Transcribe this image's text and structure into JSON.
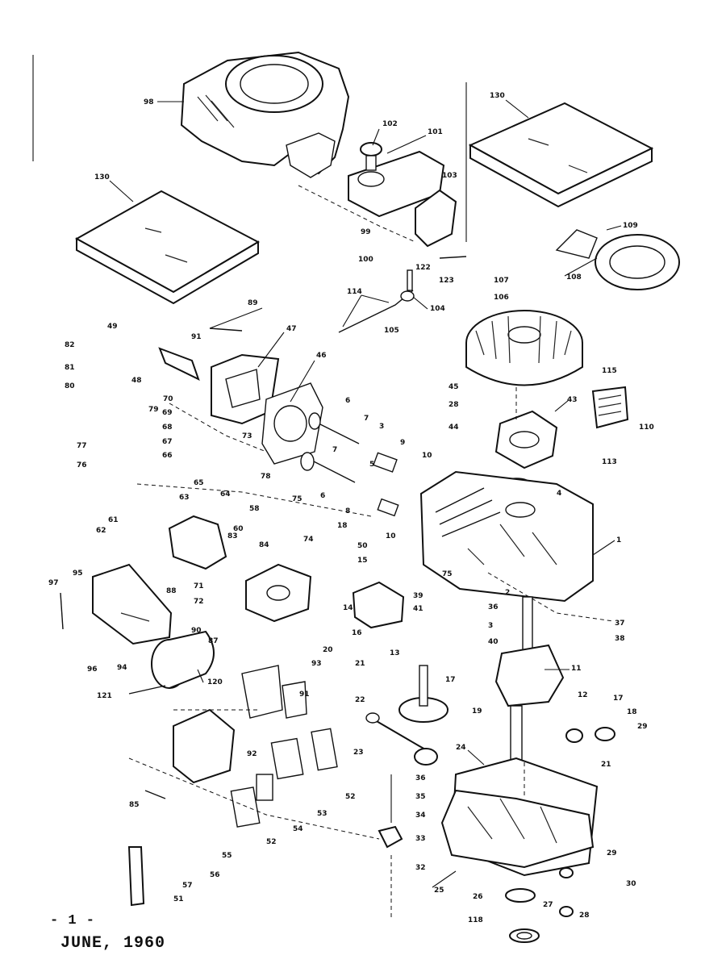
{
  "footer": {
    "page_number": "- 1 -",
    "date": "JUNE, 1960"
  },
  "callouts": [
    {
      "id": "c98",
      "text": "98"
    },
    {
      "id": "c102",
      "text": "102"
    },
    {
      "id": "c101",
      "text": "101"
    },
    {
      "id": "c103",
      "text": "103"
    },
    {
      "id": "c130a",
      "text": "130"
    },
    {
      "id": "c130b",
      "text": "130"
    },
    {
      "id": "c109",
      "text": "109"
    },
    {
      "id": "c108",
      "text": "108"
    },
    {
      "id": "c99",
      "text": "99"
    },
    {
      "id": "c100",
      "text": "100"
    },
    {
      "id": "c122",
      "text": "122"
    },
    {
      "id": "c123",
      "text": "123"
    },
    {
      "id": "c114",
      "text": "114"
    },
    {
      "id": "c104",
      "text": "104"
    },
    {
      "id": "c105",
      "text": "105"
    },
    {
      "id": "c107",
      "text": "107"
    },
    {
      "id": "c106",
      "text": "106"
    },
    {
      "id": "c115",
      "text": "115"
    },
    {
      "id": "c110",
      "text": "110"
    },
    {
      "id": "c113",
      "text": "113"
    },
    {
      "id": "c89",
      "text": "89"
    },
    {
      "id": "c47",
      "text": "47"
    },
    {
      "id": "c91",
      "text": "91"
    },
    {
      "id": "c49",
      "text": "49"
    },
    {
      "id": "c82",
      "text": "82"
    },
    {
      "id": "c81",
      "text": "81"
    },
    {
      "id": "c48",
      "text": "48"
    },
    {
      "id": "c80",
      "text": "80"
    },
    {
      "id": "c79",
      "text": "79"
    },
    {
      "id": "c70",
      "text": "70"
    },
    {
      "id": "c69",
      "text": "69"
    },
    {
      "id": "c68",
      "text": "68"
    },
    {
      "id": "c67",
      "text": "67"
    },
    {
      "id": "c66",
      "text": "66"
    },
    {
      "id": "c77",
      "text": "77"
    },
    {
      "id": "c76",
      "text": "76"
    },
    {
      "id": "c65",
      "text": "65"
    },
    {
      "id": "c64",
      "text": "64"
    },
    {
      "id": "c63",
      "text": "63"
    },
    {
      "id": "c58",
      "text": "58"
    },
    {
      "id": "c73",
      "text": "73"
    },
    {
      "id": "c78",
      "text": "78"
    },
    {
      "id": "c46",
      "text": "46"
    },
    {
      "id": "c6a",
      "text": "6"
    },
    {
      "id": "c7a",
      "text": "7"
    },
    {
      "id": "c3a",
      "text": "3"
    },
    {
      "id": "c9",
      "text": "9"
    },
    {
      "id": "c10a",
      "text": "10"
    },
    {
      "id": "c7b",
      "text": "7"
    },
    {
      "id": "c5",
      "text": "5"
    },
    {
      "id": "c8",
      "text": "8"
    },
    {
      "id": "c6b",
      "text": "6"
    },
    {
      "id": "c10b",
      "text": "10"
    },
    {
      "id": "c45",
      "text": "45"
    },
    {
      "id": "c28",
      "text": "28"
    },
    {
      "id": "c44",
      "text": "44"
    },
    {
      "id": "c43",
      "text": "43"
    },
    {
      "id": "c4",
      "text": "4"
    },
    {
      "id": "c1",
      "text": "1"
    },
    {
      "id": "c61",
      "text": "61"
    },
    {
      "id": "c62",
      "text": "62"
    },
    {
      "id": "c60",
      "text": "60"
    },
    {
      "id": "c75a",
      "text": "75"
    },
    {
      "id": "c74",
      "text": "74"
    },
    {
      "id": "c18",
      "text": "18"
    },
    {
      "id": "c50",
      "text": "50"
    },
    {
      "id": "c15",
      "text": "15"
    },
    {
      "id": "c83",
      "text": "83"
    },
    {
      "id": "c84",
      "text": "84"
    },
    {
      "id": "c88",
      "text": "88"
    },
    {
      "id": "c71",
      "text": "71"
    },
    {
      "id": "c72",
      "text": "72"
    },
    {
      "id": "c75b",
      "text": "75"
    },
    {
      "id": "c39",
      "text": "39"
    },
    {
      "id": "c41",
      "text": "41"
    },
    {
      "id": "c2",
      "text": "2"
    },
    {
      "id": "c36",
      "text": "36"
    },
    {
      "id": "c3b",
      "text": "3"
    },
    {
      "id": "c40",
      "text": "40"
    },
    {
      "id": "c37",
      "text": "37"
    },
    {
      "id": "c38",
      "text": "38"
    },
    {
      "id": "c14",
      "text": "14"
    },
    {
      "id": "c16",
      "text": "16"
    },
    {
      "id": "c97",
      "text": "97"
    },
    {
      "id": "c95",
      "text": "95"
    },
    {
      "id": "c96",
      "text": "96"
    },
    {
      "id": "c94",
      "text": "94"
    },
    {
      "id": "c90",
      "text": "90"
    },
    {
      "id": "c87",
      "text": "87"
    },
    {
      "id": "c20",
      "text": "20"
    },
    {
      "id": "c120",
      "text": "120"
    },
    {
      "id": "c121",
      "text": "121"
    },
    {
      "id": "c13",
      "text": "13"
    },
    {
      "id": "c17a",
      "text": "17"
    },
    {
      "id": "c21a",
      "text": "21"
    },
    {
      "id": "c22",
      "text": "22"
    },
    {
      "id": "c11",
      "text": "11"
    },
    {
      "id": "c12",
      "text": "12"
    },
    {
      "id": "c19",
      "text": "19"
    },
    {
      "id": "c17b",
      "text": "17"
    },
    {
      "id": "c18b",
      "text": "18"
    },
    {
      "id": "c29",
      "text": "29"
    },
    {
      "id": "c21b",
      "text": "21"
    },
    {
      "id": "c93",
      "text": "93"
    },
    {
      "id": "c91b",
      "text": "91"
    },
    {
      "id": "c92",
      "text": "92"
    },
    {
      "id": "c23",
      "text": "23"
    },
    {
      "id": "c24",
      "text": "24"
    },
    {
      "id": "c36b",
      "text": "36"
    },
    {
      "id": "c35",
      "text": "35"
    },
    {
      "id": "c34",
      "text": "34"
    },
    {
      "id": "c33",
      "text": "33"
    },
    {
      "id": "c32",
      "text": "32"
    },
    {
      "id": "c85",
      "text": "85"
    },
    {
      "id": "c52",
      "text": "52"
    },
    {
      "id": "c53",
      "text": "53"
    },
    {
      "id": "c54",
      "text": "54"
    },
    {
      "id": "c52b",
      "text": "52"
    },
    {
      "id": "c55",
      "text": "55"
    },
    {
      "id": "c56",
      "text": "56"
    },
    {
      "id": "c57",
      "text": "57"
    },
    {
      "id": "c51",
      "text": "51"
    },
    {
      "id": "c25",
      "text": "25"
    },
    {
      "id": "c26",
      "text": "26"
    },
    {
      "id": "c27",
      "text": "27"
    },
    {
      "id": "c28b",
      "text": "28"
    },
    {
      "id": "c29b",
      "text": "29"
    },
    {
      "id": "c30",
      "text": "30"
    },
    {
      "id": "c118",
      "text": "118"
    }
  ]
}
